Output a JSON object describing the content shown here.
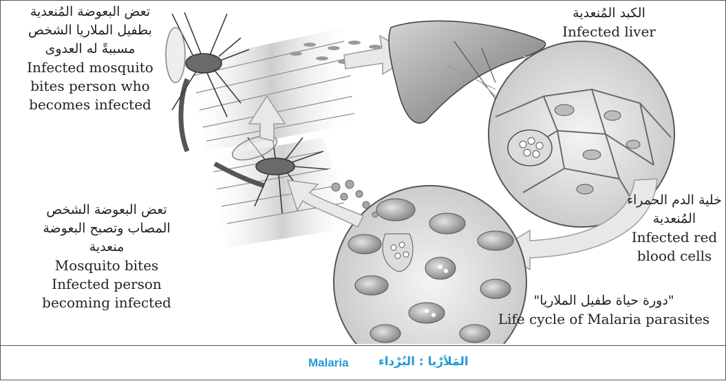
{
  "labels": {
    "mosquito_top": {
      "ar": [
        "تعض البعوضة المُنعدية",
        "بطفيل الملاريا الشخص",
        "مسببةً له العدوى"
      ],
      "en": [
        "Infected mosquito",
        "bites person who",
        "becomes infected"
      ]
    },
    "liver": {
      "ar": [
        "الكبد المُنعدية"
      ],
      "en": [
        "Infected liver"
      ]
    },
    "mosquito_bites": {
      "ar": [
        "تعض البعوضة الشخص",
        "المصاب وتصبح البعوضة",
        "منعدية"
      ],
      "en": [
        "Mosquito bites",
        "Infected person",
        "becoming infected"
      ]
    },
    "red_cells": {
      "ar": [
        "خلية الدم الحمراء",
        "المُنعدية"
      ],
      "en": [
        "Infected red",
        "blood cells"
      ]
    },
    "cycle": {
      "ar": [
        "\"دورة حياة طفيل الملاريا\""
      ],
      "en": [
        "Life cycle of Malaria parasites"
      ]
    }
  },
  "caption": {
    "en": "Malaria",
    "ar": "المَلاَرْيا : البُرْداء"
  },
  "colors": {
    "caption": "#1e9bd7",
    "border": "#555555",
    "arrow_fill": "#e8e8e8",
    "arrow_stroke": "#9a9a9a"
  }
}
